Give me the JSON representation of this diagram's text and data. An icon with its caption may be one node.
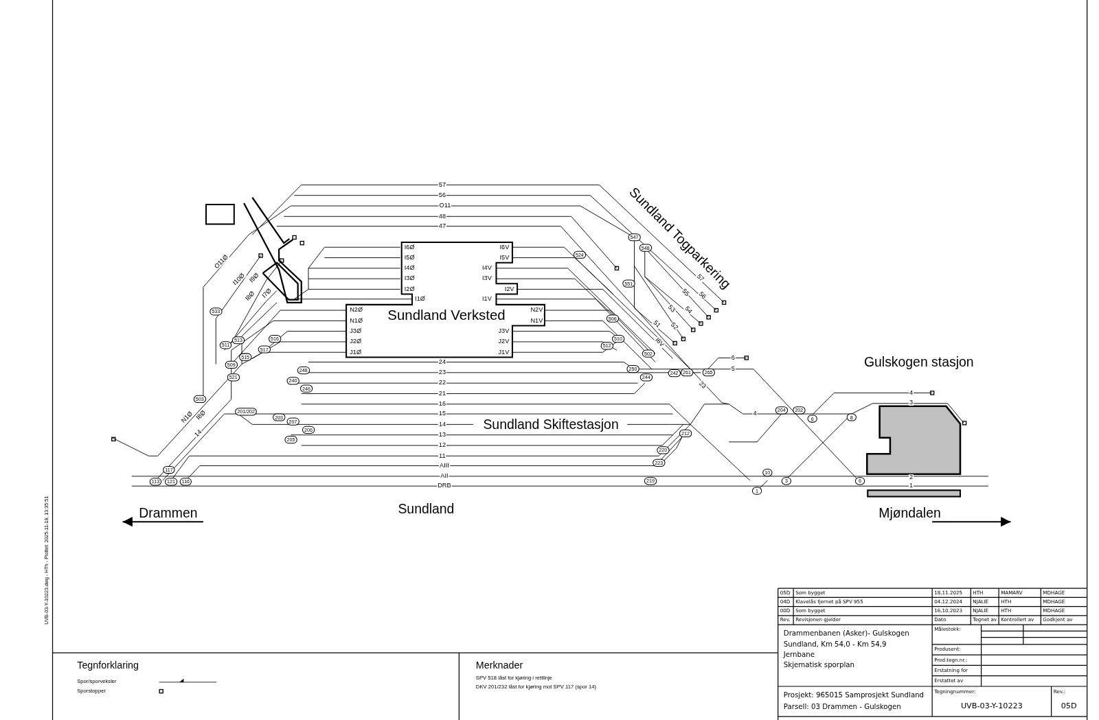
{
  "diagram": {
    "nodes": [
      {
        "text": [
          "Sundland Verksted"
        ]
      },
      {
        "text": [],
        "shape": "box"
      },
      {
        "text": [],
        "shape": "box"
      },
      {
        "text": [],
        "shape": "bar"
      }
    ],
    "labels": [
      "57",
      "56",
      "O11",
      "48",
      "47",
      "Sundland Togparkering",
      "I6Ø",
      "I6V",
      "I5Ø",
      "I5V",
      "I4Ø",
      "I4V",
      "I3Ø",
      "I3V",
      "I2Ø",
      "I2V",
      "I1Ø",
      "I1V",
      "O11Ø",
      "I10Ø",
      "I9Ø",
      "I8Ø",
      "I7Ø",
      "57",
      "55",
      "56",
      "53",
      "54",
      "51",
      "52",
      "I6V",
      "N2Ø",
      "N2V",
      "N1Ø",
      "N1V",
      "J3Ø",
      "J3V",
      "J2Ø",
      "J2V",
      "J1Ø",
      "J1V",
      "24",
      "6",
      "Gulskogen stasjon",
      "23",
      "5",
      "22",
      "23",
      "21",
      "4",
      "16",
      "3",
      "15",
      "4",
      "14",
      "Sundland Skiftestasjon",
      "N1Ø",
      "I8Ø",
      "14",
      "13",
      "12",
      "11",
      "AIII",
      "AII",
      "2",
      "DRB",
      "1",
      "Sundland",
      "Drammen",
      "Mjøndalen",
      "533",
      "511",
      "513",
      "509",
      "515",
      "517",
      "516",
      "521",
      "503",
      "201/202",
      "240",
      "248",
      "246",
      "203",
      "207",
      "206",
      "205",
      "117",
      "113",
      "121",
      "116",
      "547",
      "548",
      "551",
      "524",
      "506",
      "510",
      "512",
      "502",
      "250",
      "244",
      "242",
      "261",
      "265",
      "204",
      "202",
      "6",
      "8",
      "212",
      "220",
      "223",
      "219",
      "10",
      "3",
      "6",
      "1",
      "Tegnforklaring",
      "Merknader",
      "SPV 518 låst for kjøring i rettlinje",
      "DKV 201/232 låst for kjøring mot SPV 117 (spor 14)",
      "05D",
      "Som bygget",
      "18.11.2025",
      "HTH",
      "MAMARV",
      "MDHAGE",
      "04D",
      "Klavelås fjernet på SPV 955",
      "04.12.2024",
      "NJALIE",
      "HTH",
      "MDHAGE",
      "00D",
      "Som bygget",
      "16.10.2023",
      "NJALIE",
      "HTH",
      "MDHAGE",
      "Rev.",
      "Revisjonen gjelder",
      "Dato",
      "Tegnet av",
      "Kontrollert av",
      "Godkjent av",
      "Drammenbanen (Asker)- Gulskogen",
      "Sundland, Km 54,0 - Km 54,9",
      "Jernbane",
      "Skjematisk sporplan",
      "Målestokk:",
      "Produsent:",
      "Prod.tegn.nr.:",
      "Erstatning for",
      "Erstattet av",
      "Prosjekt: 965015 Samprosjekt Sundland",
      "Parsell: 03 Drammen - Gulskogen",
      "Tegningnummer:",
      "UVB-03-Y-10223",
      "Rev.:",
      "05D",
      "UVB-03-Y-10223.dwg - HTh - Plottet: 2025-11-18, 13:35:51"
    ],
    "legend": [
      {
        "text": "Spor/sporveksler"
      },
      {
        "text": "Sporstopper"
      }
    ]
  }
}
